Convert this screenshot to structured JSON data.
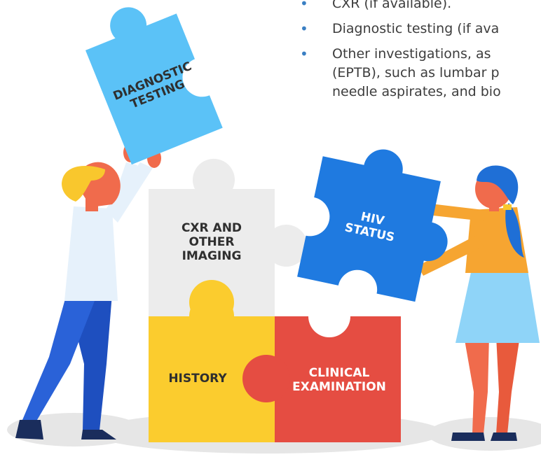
{
  "bullets": [
    {
      "lines": [
        "CXR (if available)."
      ]
    },
    {
      "lines": [
        "Diagnostic testing (if ava"
      ]
    },
    {
      "lines": [
        "Other investigations, as",
        "(EPTB), such as lumbar p",
        "needle aspirates, and bio"
      ]
    }
  ],
  "pieces": {
    "diagnostic": [
      "DIAGNOSTIC",
      "TESTING"
    ],
    "cxr": [
      "CXR AND",
      "OTHER",
      "IMAGING"
    ],
    "hiv": [
      "HIV",
      "STATUS"
    ],
    "history": [
      "HISTORY"
    ],
    "clinical": [
      "CLINICAL",
      "EXAMINATION"
    ]
  },
  "colors": {
    "diagnostic": "#5bc2f7",
    "cxr": "#ececec",
    "hiv": "#1f7ae0",
    "history": "#fbcc2e",
    "clinical": "#e54d42",
    "bullet": "#3a7fc3"
  }
}
